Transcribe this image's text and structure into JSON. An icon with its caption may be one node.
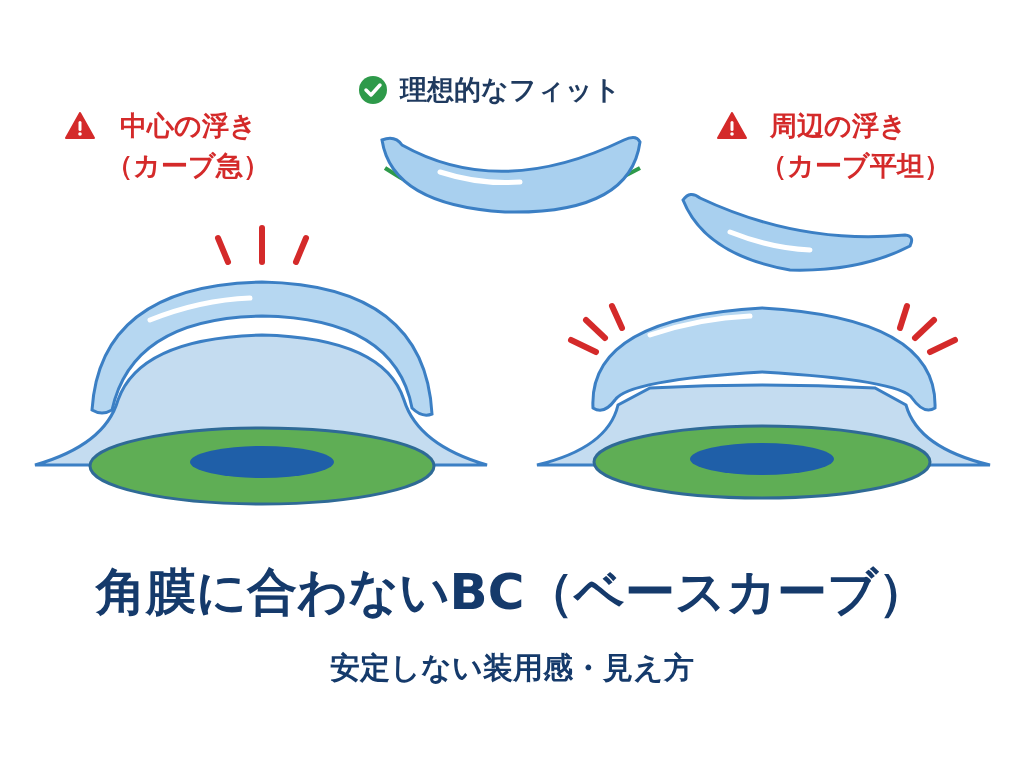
{
  "diagram": {
    "title": "角膜に合わないBC（ベースカーブ）",
    "caption": "安定しない装用感・見え方",
    "labels": [
      "中心の浮き",
      "（カーブ急）",
      "理想的なフィット",
      "周辺の浮き",
      "（カーブ平坦）"
    ]
  }
}
